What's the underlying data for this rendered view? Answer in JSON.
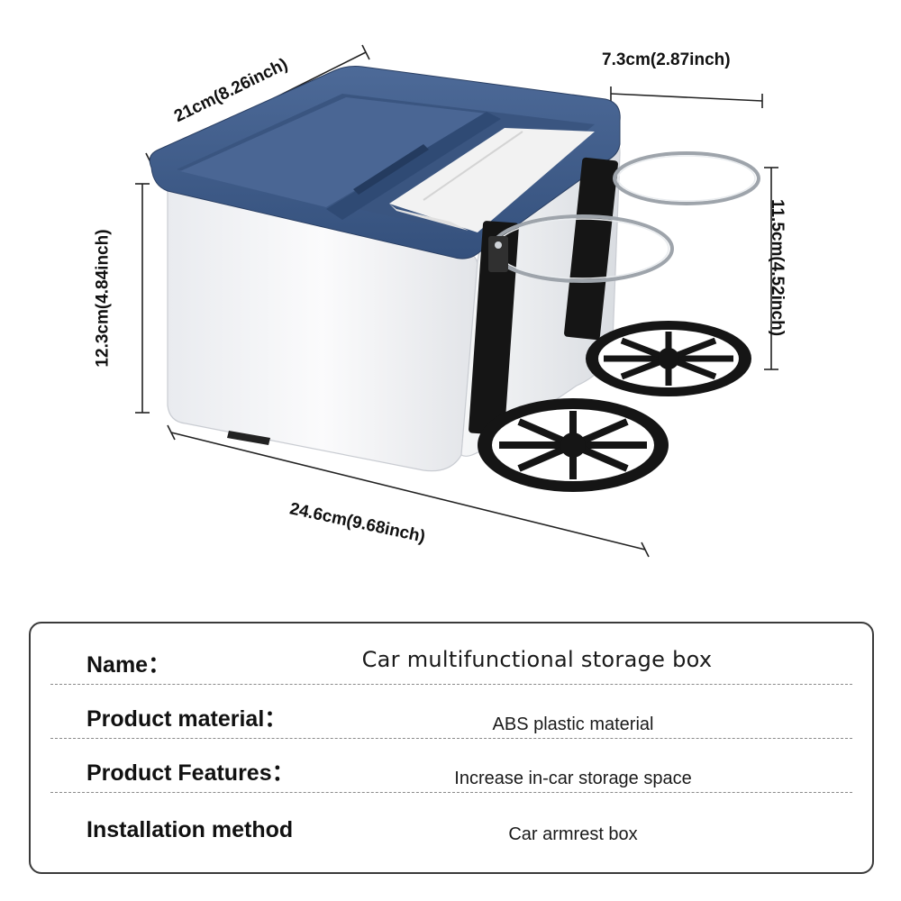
{
  "dimensions": {
    "length": "21cm(8.26inch)",
    "cup_width": "7.3cm(2.87inch)",
    "box_height": "12.3cm(4.84inch)",
    "holder_height": "11.5cm(4.52inch)",
    "total_width": "24.6cm(9.68inch)"
  },
  "specs": [
    {
      "label": "Name：",
      "value": "Car multifunctional storage box"
    },
    {
      "label": "Product material：",
      "value": "ABS plastic material"
    },
    {
      "label": "Product Features：",
      "value": "Increase in-car storage space"
    },
    {
      "label": "Installation method",
      "value": "Car armrest box"
    }
  ],
  "colors": {
    "lid_blue": "#3e5a87",
    "box_white": "#f4f5f7",
    "holder_black": "#151515"
  }
}
